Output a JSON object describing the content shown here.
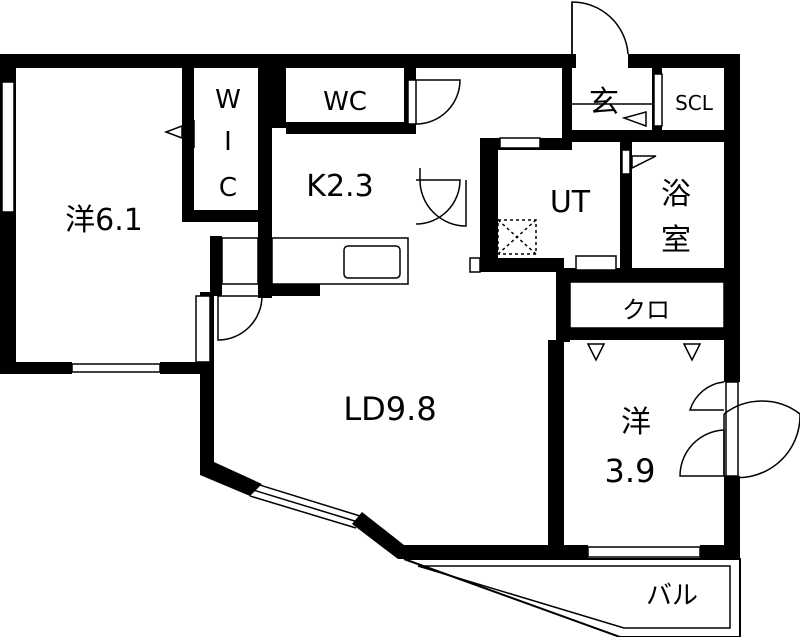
{
  "floor_plan": {
    "rooms": {
      "western_room_1": "洋6.1",
      "walk_in_closet": [
        "W",
        "I",
        "C"
      ],
      "wc": "WC",
      "kitchen": "K2.3",
      "entrance": "玄",
      "shoe_closet": "SCL",
      "utility": "UT",
      "bathroom": [
        "浴",
        "室"
      ],
      "closet": "クロ",
      "living_dining": "LD9.8",
      "western_room_2": [
        "洋",
        "3.9"
      ],
      "balcony": "バル"
    }
  }
}
